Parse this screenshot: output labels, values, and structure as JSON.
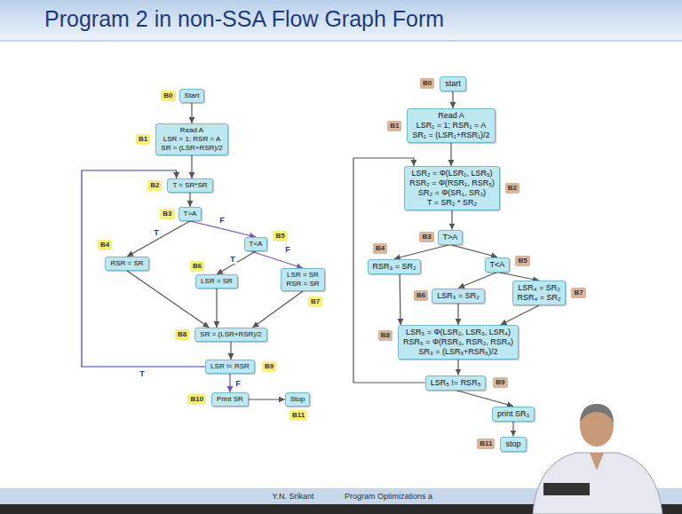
{
  "diagram": {
    "title": "Program 2 in non-SSA Flow Graph Form",
    "nodes": [
      {
        "text": [
          "B0",
          "Start"
        ]
      },
      {
        "text": [
          "B1",
          "Read A",
          "LSR = 1; RSR = A",
          "SR = (LSR+RSR)/2"
        ]
      },
      {
        "text": [
          "B2",
          "T = SR*SR"
        ]
      },
      {
        "text": [
          "B3",
          "T>A"
        ]
      },
      {
        "text": [
          "B4",
          "RSR = SR"
        ]
      },
      {
        "text": [
          "B5",
          "T<A"
        ]
      },
      {
        "text": [
          "B6",
          "LSR = SR"
        ]
      },
      {
        "text": [
          "B7",
          "LSR = SR",
          "RSR = SR"
        ]
      },
      {
        "text": [
          "B8",
          "SR = (LSR+RSR)/2"
        ]
      },
      {
        "text": [
          "B9",
          "LSR != RSR"
        ]
      },
      {
        "text": [
          "B10",
          "Print SR"
        ]
      },
      {
        "text": [
          "B11",
          "Stop"
        ]
      },
      {
        "text": [
          "B0",
          "start"
        ]
      },
      {
        "text": [
          "B1",
          "Read A",
          "LSR₁ = 1; RSR₁ = A",
          "SR₁ = (LSR₁+RSR₁)/2"
        ]
      },
      {
        "text": [
          "B2",
          "LSR₂ = Φ(LSR₁, LSR₅)",
          "RSR₂ = Φ(RSR₁, RSR₅)",
          "SR₂ = Φ(SR₁, SR₃)",
          "T = SR₂ * SR₂"
        ]
      },
      {
        "text": [
          "B3",
          "T>A"
        ]
      },
      {
        "text": [
          "B4",
          "RSR₃ = SR₂"
        ]
      },
      {
        "text": [
          "B5",
          "T<A"
        ]
      },
      {
        "text": [
          "B6",
          "LSR₃ = SR₂"
        ]
      },
      {
        "text": [
          "B7",
          "LSR₄ = SR₂",
          "RSR₄ = SR₂"
        ]
      },
      {
        "text": [
          "B8",
          "LSR₅ = Φ(LSR₂, LSR₃, LSR₄)",
          "RSR₅ = Φ(RSR₃, RSR₂, RSR₄)",
          "SR₃ = (LSR₅+RSR₅)/2"
        ]
      },
      {
        "text": [
          "B9",
          "LSR₅ != RSR₅"
        ]
      },
      {
        "text": [
          "print SR₃"
        ]
      },
      {
        "text": [
          "B11",
          "stop"
        ]
      }
    ],
    "edges": [
      {
        "from": 0,
        "to": 1,
        "arrow": "to"
      },
      {
        "from": 1,
        "to": 2,
        "arrow": "to"
      },
      {
        "from": 2,
        "to": 3,
        "arrow": "to"
      },
      {
        "from": 3,
        "to": 4,
        "label": "T",
        "arrow": "to"
      },
      {
        "from": 3,
        "to": 5,
        "label": "F",
        "arrow": "to"
      },
      {
        "from": 5,
        "to": 6,
        "label": "T",
        "arrow": "to"
      },
      {
        "from": 5,
        "to": 7,
        "label": "F",
        "arrow": "to"
      },
      {
        "from": 4,
        "to": 8,
        "arrow": "to"
      },
      {
        "from": 6,
        "to": 8,
        "arrow": "to"
      },
      {
        "from": 7,
        "to": 8,
        "arrow": "to"
      },
      {
        "from": 8,
        "to": 9,
        "arrow": "to"
      },
      {
        "from": 9,
        "to": 2,
        "label": "T",
        "arrow": "to"
      },
      {
        "from": 9,
        "to": 10,
        "label": "F",
        "arrow": "to"
      },
      {
        "from": 10,
        "to": 11,
        "arrow": "to"
      },
      {
        "from": 12,
        "to": 13,
        "arrow": "to"
      },
      {
        "from": 13,
        "to": 14,
        "arrow": "to"
      },
      {
        "from": 14,
        "to": 15,
        "arrow": "to"
      },
      {
        "from": 15,
        "to": 16,
        "arrow": "to"
      },
      {
        "from": 15,
        "to": 17,
        "arrow": "to"
      },
      {
        "from": 17,
        "to": 18,
        "arrow": "to"
      },
      {
        "from": 17,
        "to": 19,
        "arrow": "to"
      },
      {
        "from": 16,
        "to": 20,
        "arrow": "to"
      },
      {
        "from": 18,
        "to": 20,
        "arrow": "to"
      },
      {
        "from": 19,
        "to": 20,
        "arrow": "to"
      },
      {
        "from": 20,
        "to": 21,
        "arrow": "to"
      },
      {
        "from": 21,
        "to": 14,
        "arrow": "to"
      },
      {
        "from": 21,
        "to": 22,
        "arrow": "to"
      },
      {
        "from": 22,
        "to": 23,
        "arrow": "to"
      }
    ],
    "labels": [
      "Y.N. Srikant",
      "Program Optimizations a"
    ]
  }
}
